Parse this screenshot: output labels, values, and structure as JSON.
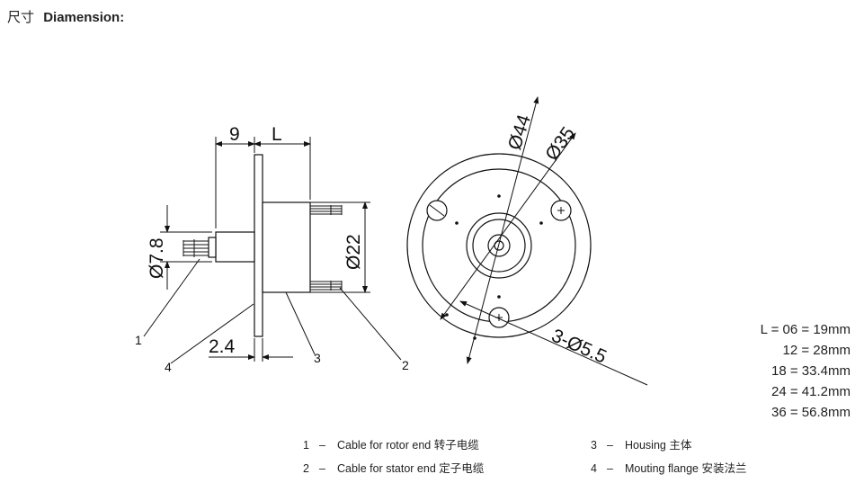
{
  "header": {
    "title_cn": "尺寸",
    "title_en": "Diamension:"
  },
  "side_view": {
    "dim_flange_offset": "9",
    "dim_length": "L",
    "dim_rotor_diameter": "Ø7.8",
    "dim_housing_diameter": "Ø22",
    "dim_flange_thickness": "2.4",
    "callouts": [
      "1",
      "4",
      "3",
      "2"
    ]
  },
  "front_view": {
    "dim_outer_diameter": "Ø44",
    "dim_bolt_circle": "Ø35",
    "dim_holes": "3-Ø5.5"
  },
  "length_table": [
    "L = 06 = 19mm",
    "12 = 28mm",
    "18 = 33.4mm",
    "24 = 41.2mm",
    "36 = 56.8mm"
  ],
  "legend": {
    "left": [
      {
        "num": "1",
        "dash": "–",
        "en": "Cable for rotor end",
        "cn": "转子电缆"
      },
      {
        "num": "2",
        "dash": "–",
        "en": "Cable for stator end",
        "cn": "定子电缆"
      }
    ],
    "right": [
      {
        "num": "3",
        "dash": "–",
        "en": "Housing",
        "cn": "主体"
      },
      {
        "num": "4",
        "dash": "–",
        "en": "Mouting flange",
        "cn": "安装法兰"
      }
    ]
  }
}
